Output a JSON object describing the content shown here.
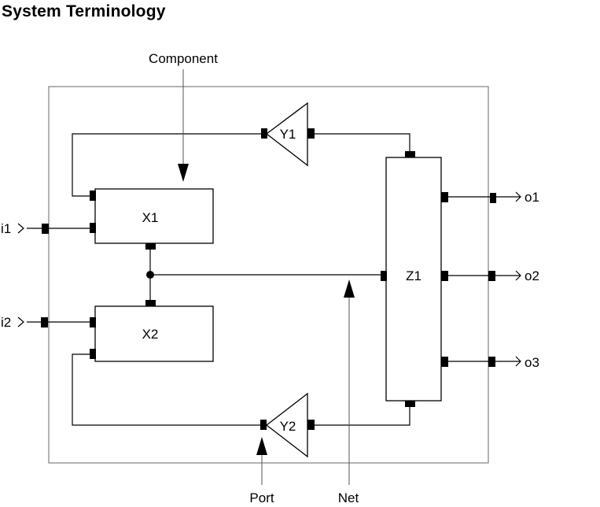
{
  "title": "System Terminology",
  "components": {
    "x1": "X1",
    "x2": "X2",
    "y1": "Y1",
    "y2": "Y2",
    "z1": "Z1"
  },
  "inputs": [
    "i1",
    "i2"
  ],
  "outputs": [
    "o1",
    "o2",
    "o3"
  ],
  "callouts": {
    "component": "Component",
    "port": "Port",
    "net": "Net"
  }
}
